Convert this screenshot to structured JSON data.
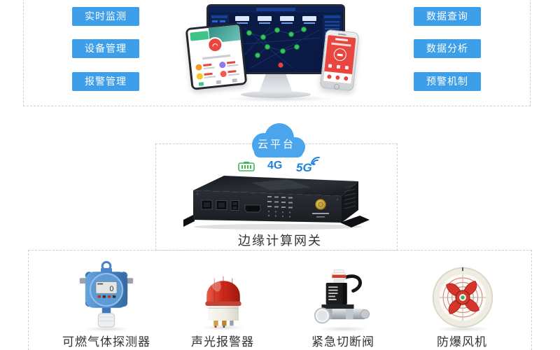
{
  "colors": {
    "accent_blue": "#3D9EE9",
    "cloud_blue": "#4AA5EC",
    "network_blue": "#1E82DB",
    "ethernet_green": "#3DBA4E",
    "label_text": "#333333",
    "dashed_border": "#CFCFCF",
    "alert_red": "#E9463F",
    "dashboard_navy": "#0A1A45"
  },
  "platform_section": {
    "left_features": [
      "实时监测",
      "设备管理",
      "报警管理"
    ],
    "right_features": [
      "数据查询",
      "数据分析",
      "预警机制"
    ]
  },
  "cloud": {
    "label": "云平台"
  },
  "connectivity": {
    "network_4g": "4G",
    "network_5g": "5G"
  },
  "gateway": {
    "label": "边缘计算网关"
  },
  "field_devices": [
    {
      "label": "可燃气体探测器"
    },
    {
      "label": "声光报警器"
    },
    {
      "label": "紧急切断阀"
    },
    {
      "label": "防爆风机"
    }
  ],
  "detector_display": {
    "value": "0"
  }
}
